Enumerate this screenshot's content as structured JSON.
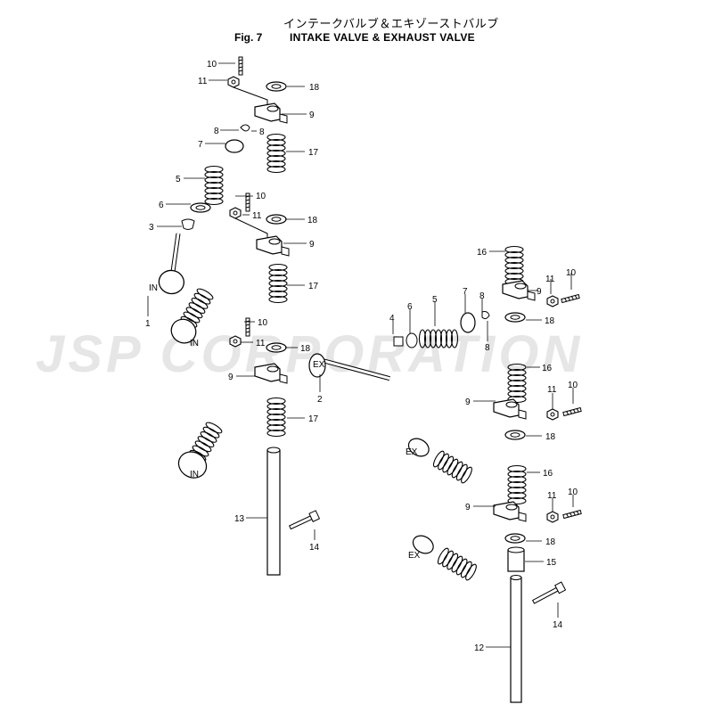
{
  "header": {
    "title_jp": "インテークバルブ＆エキゾーストバルブ",
    "fig_label": "Fig. 7",
    "title_en": "INTAKE VALVE & EXHAUST VALVE"
  },
  "watermark": "JSP CORPORATION",
  "valve_marks": {
    "intake": "IN",
    "exhaust": "EX"
  },
  "callouts": {
    "c1": "10",
    "c2": "11",
    "c3": "18",
    "c4": "9",
    "c5": "8",
    "c6": "8",
    "c7": "7",
    "c8": "17",
    "c9": "5",
    "c10": "10",
    "c11": "6",
    "c12": "11",
    "c13": "18",
    "c14": "3",
    "c15": "9",
    "c16": "17",
    "c17": "1",
    "c18": "10",
    "c19": "11",
    "c20": "18",
    "c21": "9",
    "c22": "2",
    "c23": "17",
    "c24": "13",
    "c25": "14",
    "c26": "16",
    "c27": "11",
    "c28": "10",
    "c29": "9",
    "c30": "4",
    "c31": "6",
    "c32": "5",
    "c33": "7",
    "c34": "8",
    "c35": "18",
    "c36": "8",
    "c37": "16",
    "c38": "11",
    "c39": "10",
    "c40": "9",
    "c41": "18",
    "c42": "16",
    "c43": "11",
    "c44": "10",
    "c45": "9",
    "c46": "18",
    "c47": "15",
    "c48": "12",
    "c49": "14"
  }
}
